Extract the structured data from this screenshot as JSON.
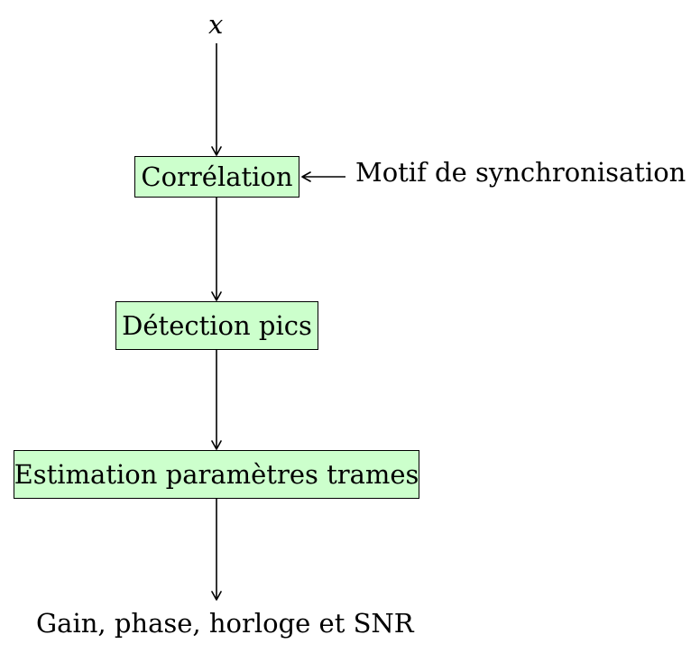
{
  "colors": {
    "box_fill": "#ccffcc",
    "line": "#000000"
  },
  "input": {
    "label": "x"
  },
  "blocks": [
    {
      "label": "Corrélation"
    },
    {
      "label": "Détection pics"
    },
    {
      "label": "Estimation paramètres trames"
    }
  ],
  "side_input": {
    "label": "Motif de synchronisation"
  },
  "output": {
    "label": "Gain, phase, horloge et SNR"
  }
}
